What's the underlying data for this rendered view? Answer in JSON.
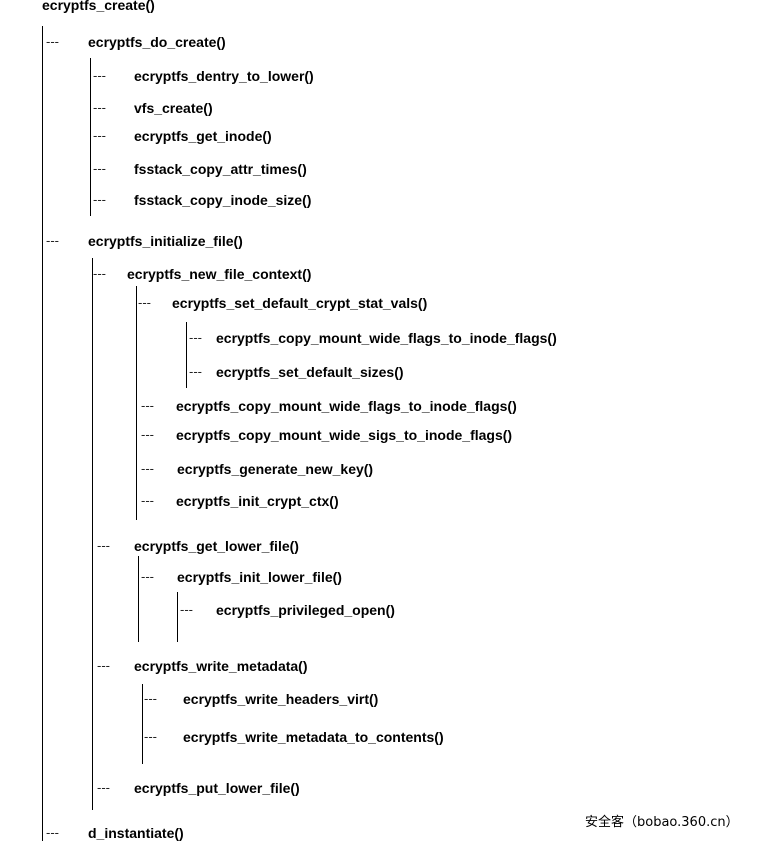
{
  "root": "ecryptfs_create()",
  "branch_marker": "---",
  "nodes": [
    "ecryptfs_do_create()",
    "ecryptfs_dentry_to_lower()",
    "vfs_create()",
    "ecryptfs_get_inode()",
    "fsstack_copy_attr_times()",
    "fsstack_copy_inode_size()",
    "ecryptfs_initialize_file()",
    "ecryptfs_new_file_context()",
    "ecryptfs_set_default_crypt_stat_vals()",
    "ecryptfs_copy_mount_wide_flags_to_inode_flags()",
    "ecryptfs_set_default_sizes()",
    "ecryptfs_copy_mount_wide_flags_to_inode_flags()",
    "ecryptfs_copy_mount_wide_sigs_to_inode_flags()",
    "ecryptfs_generate_new_key()",
    "ecryptfs_init_crypt_ctx()",
    "ecryptfs_get_lower_file()",
    "ecryptfs_init_lower_file()",
    "ecryptfs_privileged_open()",
    "ecryptfs_write_metadata()",
    "ecryptfs_write_headers_virt()",
    "ecryptfs_write_metadata_to_contents()",
    "ecryptfs_put_lower_file()",
    "d_instantiate()"
  ],
  "watermark": "安全客（bobao.360.cn）"
}
